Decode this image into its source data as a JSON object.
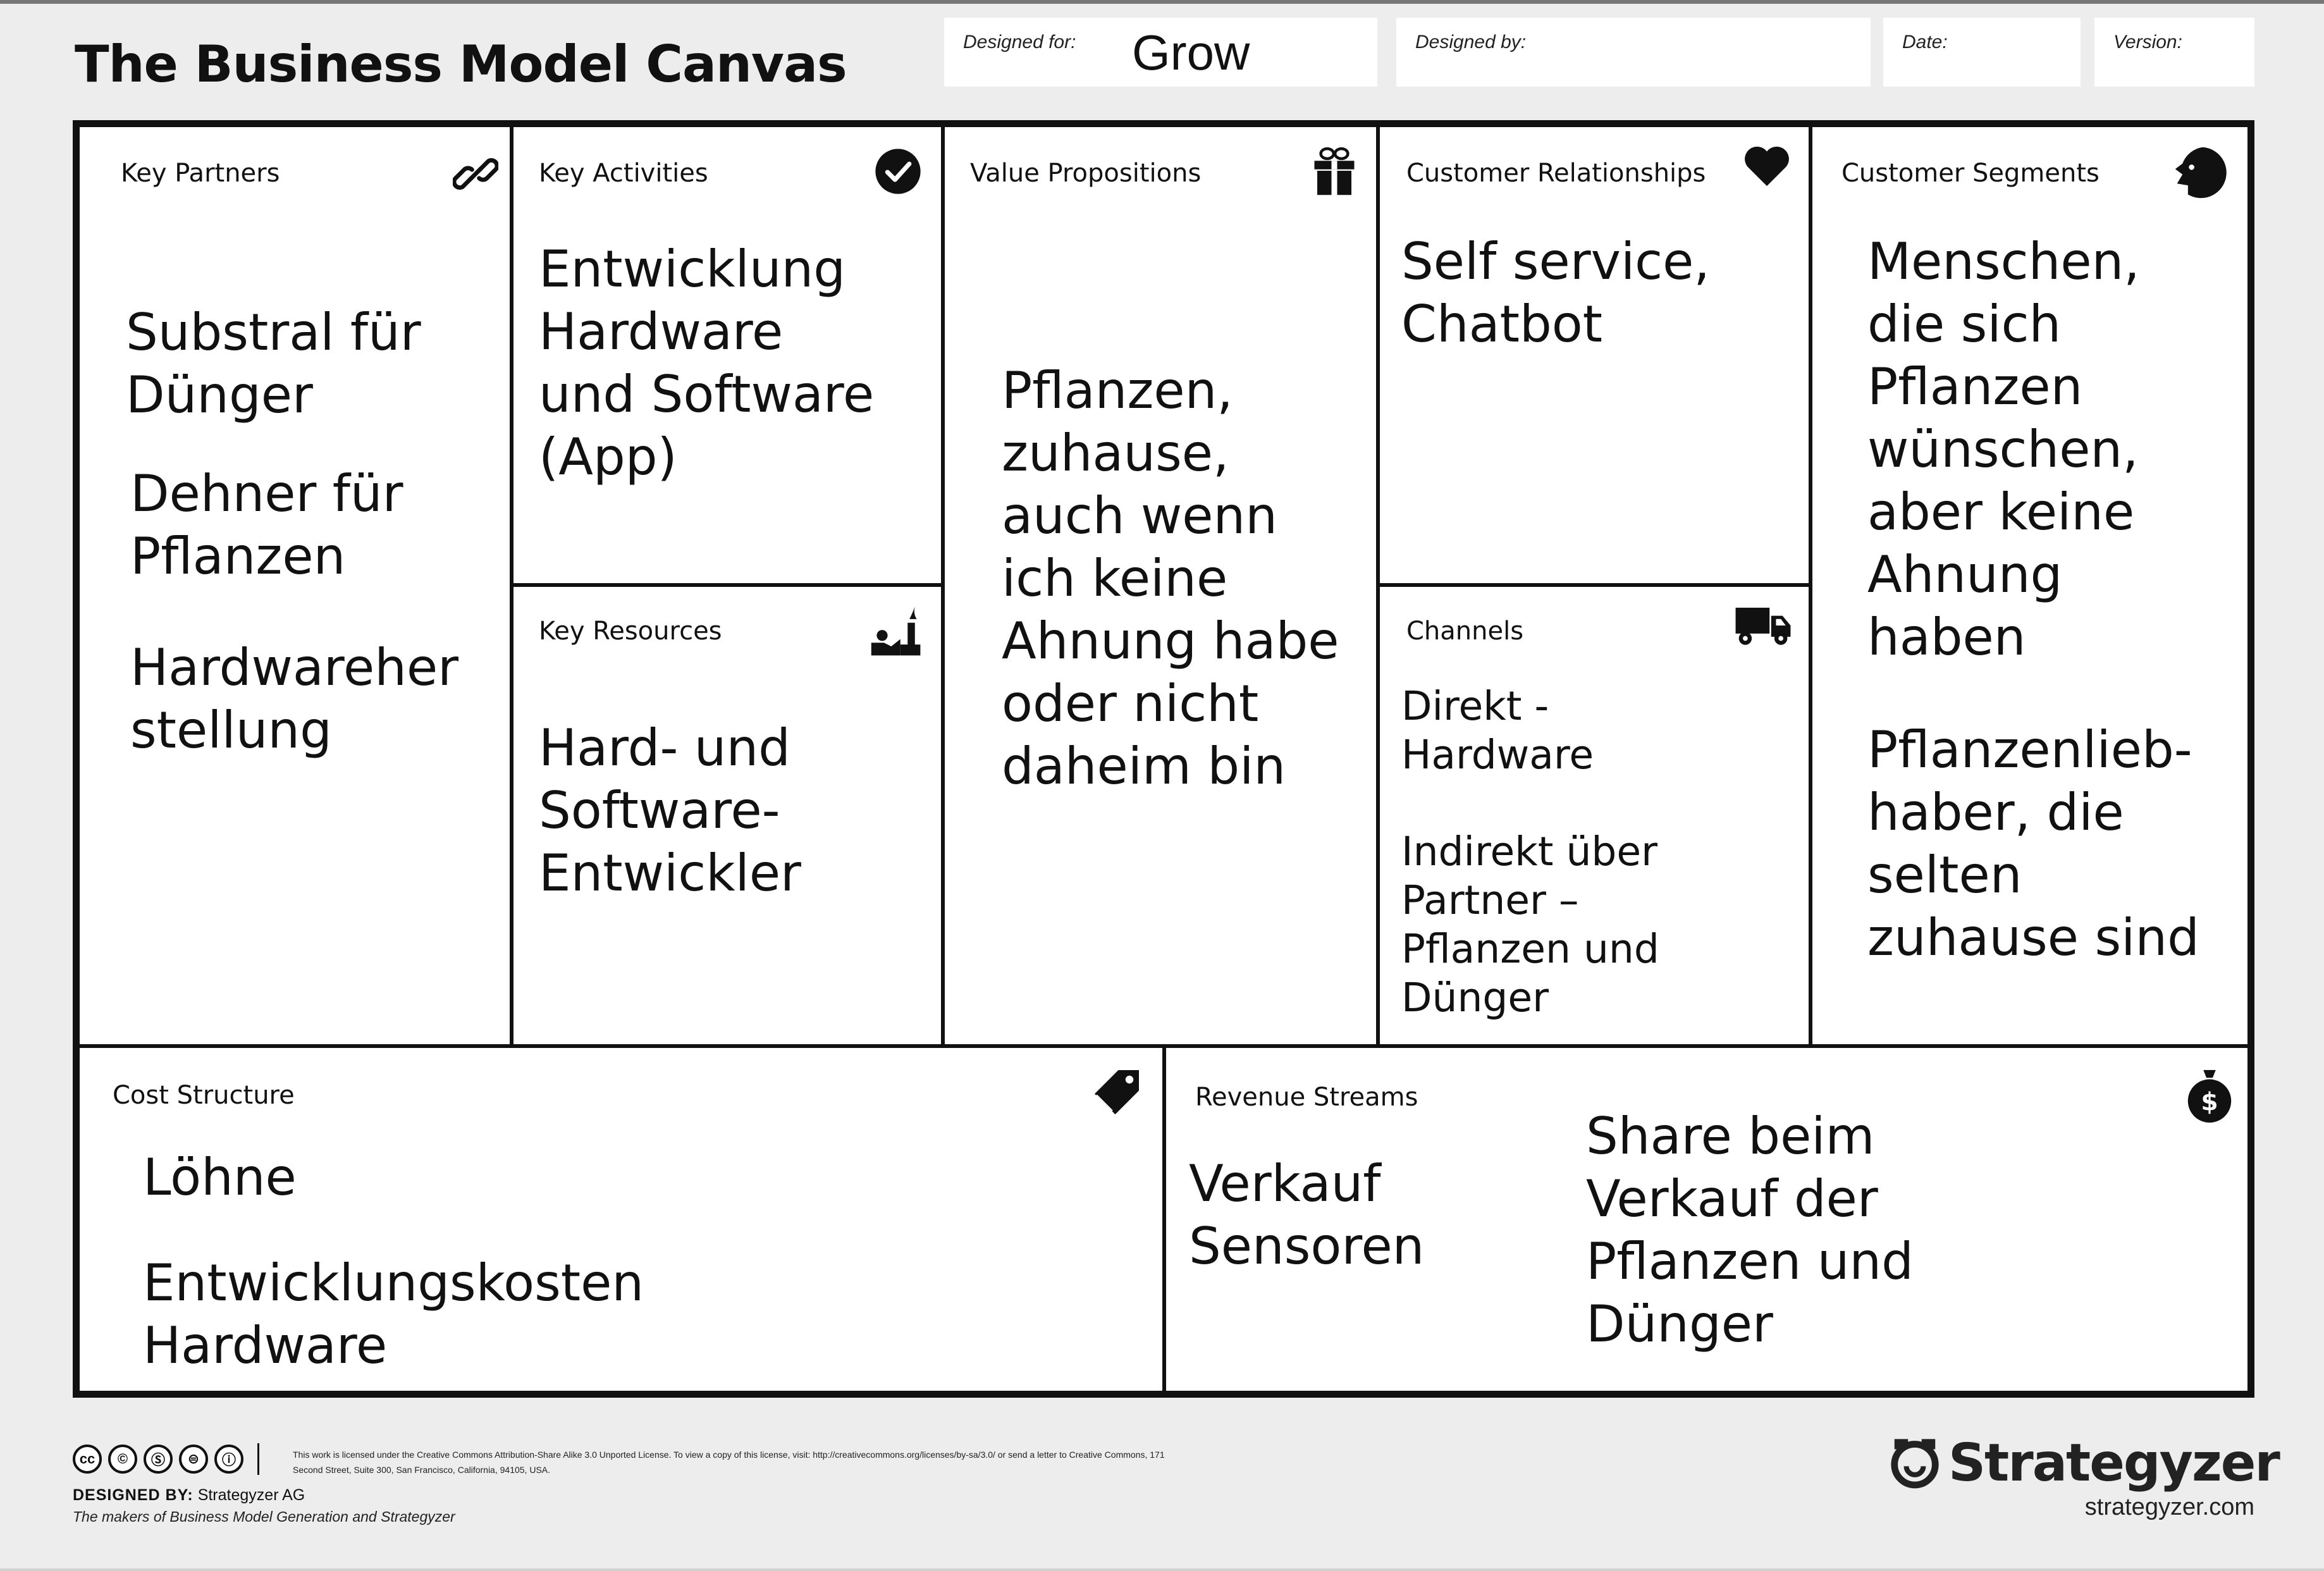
{
  "header": {
    "title": "The Business Model Canvas",
    "designed_for_label": "Designed for:",
    "designed_for_value": "Grow",
    "designed_by_label": "Designed by:",
    "designed_by_value": "",
    "date_label": "Date:",
    "date_value": "",
    "version_label": "Version:",
    "version_value": ""
  },
  "canvas": {
    "key_partners": {
      "title": "Key Partners",
      "icon": "link-icon",
      "notes": [
        "Substral für\nDünger",
        "Dehner für\nPflanzen",
        "Hardwareher\nstellung"
      ]
    },
    "key_activities": {
      "title": "Key Activities",
      "icon": "checkmark-icon",
      "notes": [
        "Entwicklung\nHardware\nund Software\n(App)"
      ]
    },
    "key_resources": {
      "title": "Key Resources",
      "icon": "factory-icon",
      "notes": [
        "Hard- und\nSoftware-\nEntwickler"
      ]
    },
    "value_propositions": {
      "title": "Value Propositions",
      "icon": "gift-icon",
      "notes": [
        "Pflanzen,\nzuhause,\nauch wenn\nich keine\nAhnung habe\noder nicht\ndaheim bin"
      ]
    },
    "customer_relationships": {
      "title": "Customer Relationships",
      "icon": "heart-icon",
      "notes": [
        "Self service,\nChatbot"
      ]
    },
    "channels": {
      "title": "Channels",
      "icon": "truck-icon",
      "notes": [
        "Direkt -\nHardware",
        "Indirekt über\nPartner –\nPflanzen und\nDünger"
      ]
    },
    "customer_segments": {
      "title": "Customer Segments",
      "icon": "face-icon",
      "notes": [
        "Menschen,\ndie sich\nPflanzen\nwünschen,\naber keine\nAhnung\nhaben",
        "Pflanzenlieb-\nhaber, die\nselten\nzuhause sind"
      ]
    },
    "cost_structure": {
      "title": "Cost Structure",
      "icon": "price-tag-icon",
      "notes": [
        "Löhne",
        "Entwicklungskosten\nHardware"
      ]
    },
    "revenue_streams": {
      "title": "Revenue Streams",
      "icon": "money-bag-icon",
      "notes": [
        "Verkauf\nSensoren",
        "Share beim\nVerkauf der\nPflanzen und\nDünger"
      ]
    }
  },
  "footer": {
    "license_text": "This work is licensed under the Creative Commons Attribution-Share Alike 3.0 Unported License. To view a copy of this license, visit: http://creativecommons.org/licenses/by-sa/3.0/ or send a letter to Creative Commons, 171 Second Street, Suite 300, San Francisco, California, 94105, USA.",
    "designed_by_label": "DESIGNED BY:",
    "designed_by_value": "Strategyzer AG",
    "makers_text": "The makers of Business Model Generation and Strategyzer",
    "brand_name": "Strategyzer",
    "brand_url": "strategyzer.com",
    "cc_icons": [
      "cc",
      "©",
      "Ⓢ",
      "⊜",
      "ⓘ"
    ]
  }
}
